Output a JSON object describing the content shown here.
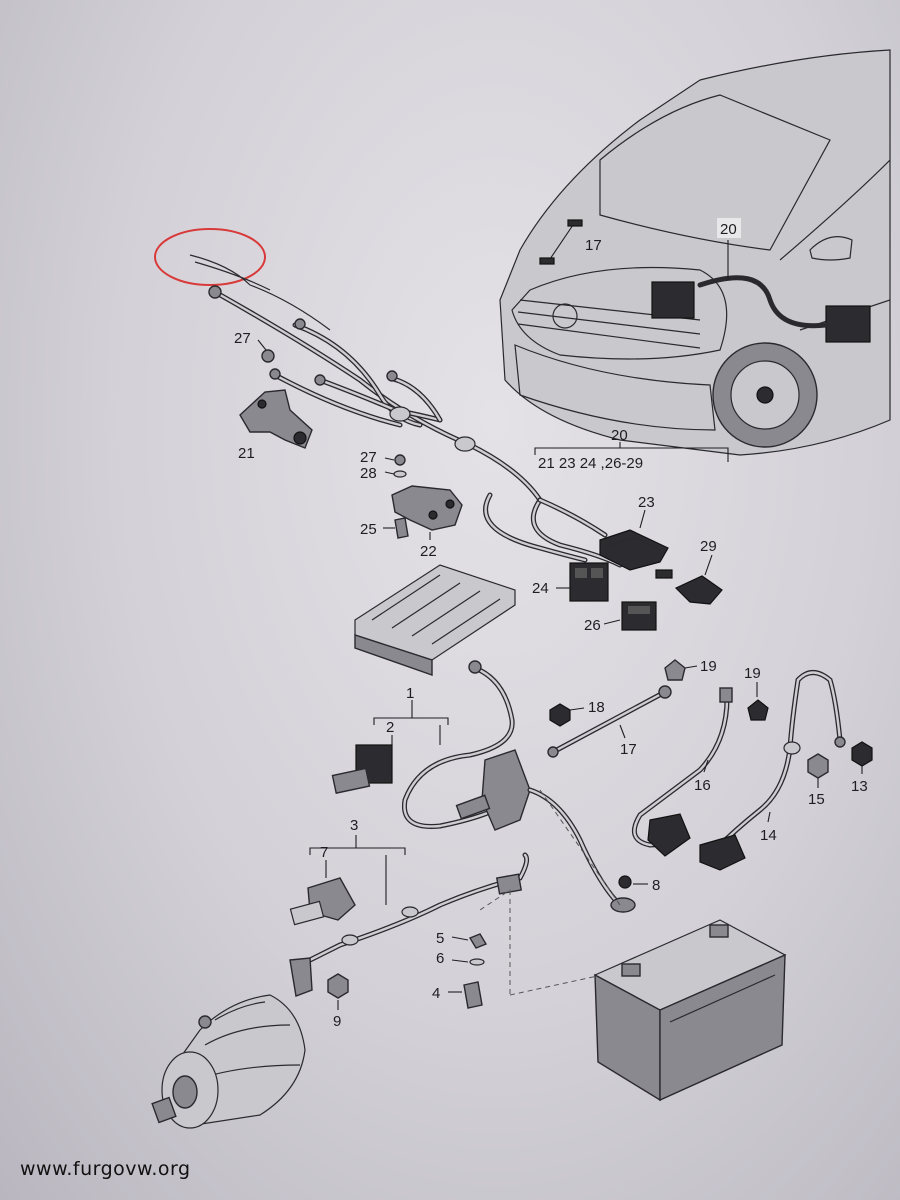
{
  "watermark": "www.furgovw.org",
  "labels": {
    "p1": "1",
    "p2": "2",
    "p3": "3",
    "p4": "4",
    "p5": "5",
    "p6": "6",
    "p7": "7",
    "p8": "8",
    "p9": "9",
    "p13": "13",
    "p14": "14",
    "p15": "15",
    "p16": "16",
    "p17_car": "17",
    "p17": "17",
    "p18": "18",
    "p19a": "19",
    "p19b": "19",
    "p20_car": "20",
    "p20_group": "20",
    "p20_sub": "21 23 24 ,26-29",
    "p21": "21",
    "p22": "22",
    "p23": "23",
    "p24": "24",
    "p25": "25",
    "p26": "26",
    "p27a": "27",
    "p27b": "27",
    "p28": "28",
    "p29": "29"
  },
  "colors": {
    "paper": "#dcdade",
    "ink": "#2a2a2e",
    "highlight_circle": "#d83a3a"
  }
}
